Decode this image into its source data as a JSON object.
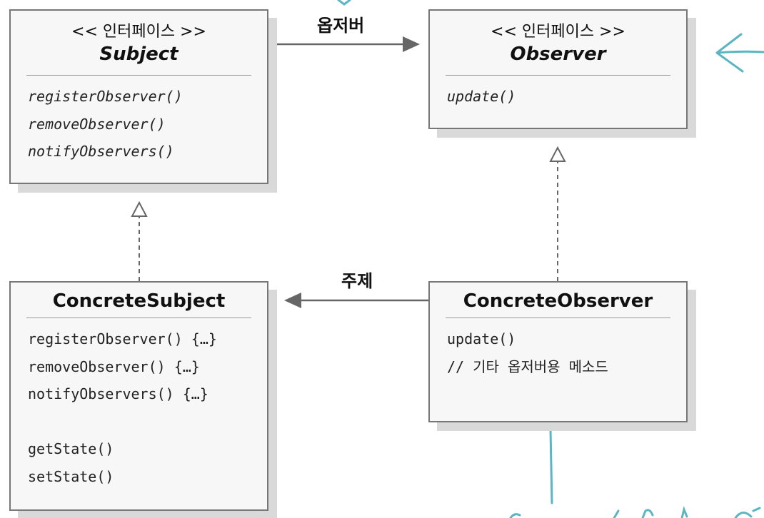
{
  "subject": {
    "stereotype": "<< 인터페이스 >>",
    "name": "Subject",
    "methods": [
      "registerObserver()",
      "removeObserver()",
      "notifyObservers()"
    ]
  },
  "observer": {
    "stereotype": "<< 인터페이스 >>",
    "name": "Observer",
    "methods": [
      "update()"
    ]
  },
  "concrete_subject": {
    "name": "ConcreteSubject",
    "methods": [
      "registerObserver() {…}",
      "removeObserver() {…}",
      "notifyObservers() {…}",
      "",
      "getState()",
      "setState()"
    ]
  },
  "concrete_observer": {
    "name": "ConcreteObserver",
    "methods": [
      "update()",
      "// 기타 옵저버용 메소드"
    ]
  },
  "labels": {
    "observer_assoc": "옵저버",
    "subject_assoc": "주제"
  },
  "colors": {
    "annotation": "#5bb5c3",
    "box_border": "#777777",
    "box_fill": "#f7f7f7"
  }
}
